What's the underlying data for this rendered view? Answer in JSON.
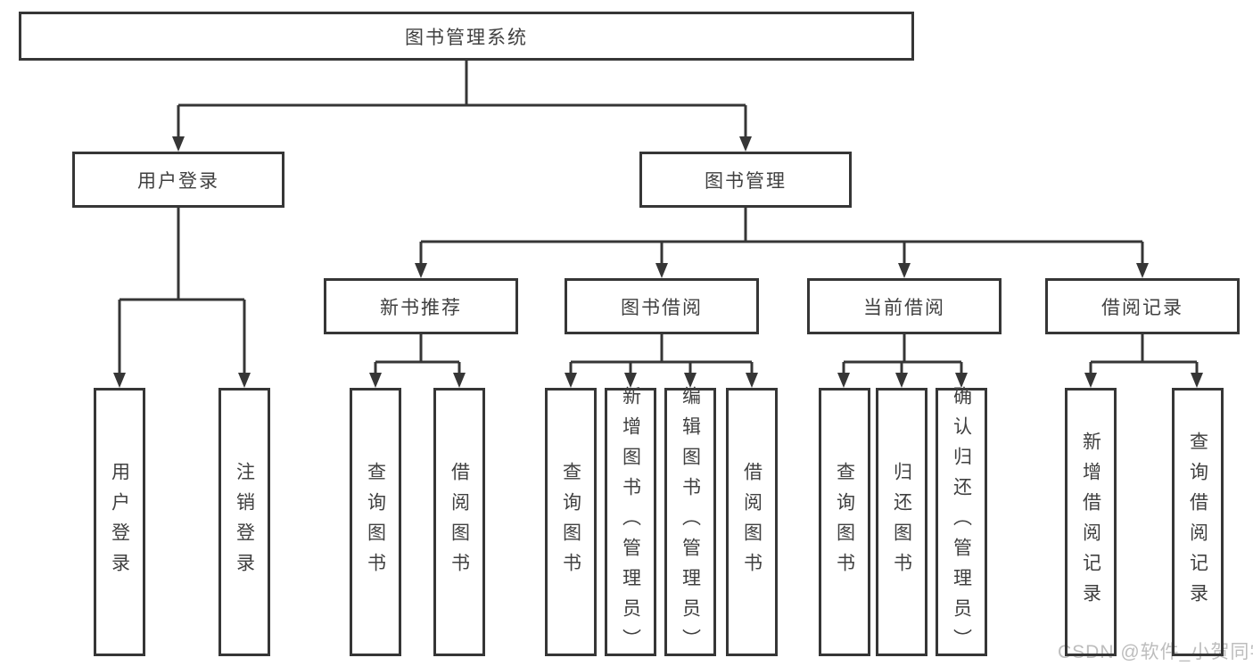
{
  "diagram_title": "图书管理系统",
  "tree": {
    "root": {
      "label": "图书管理系统"
    },
    "level2": [
      {
        "label": "用户登录",
        "children": [
          {
            "label": "用户登录"
          },
          {
            "label": "注销登录"
          }
        ]
      },
      {
        "label": "图书管理",
        "children": [
          {
            "label": "新书推荐",
            "children": [
              {
                "label": "查询图书"
              },
              {
                "label": "借阅图书"
              }
            ]
          },
          {
            "label": "图书借阅",
            "children": [
              {
                "label": "查询图书"
              },
              {
                "label": "新增图书（管理员）"
              },
              {
                "label": "编辑图书（管理员）"
              },
              {
                "label": "借阅图书"
              }
            ]
          },
          {
            "label": "当前借阅",
            "children": [
              {
                "label": "查询图书"
              },
              {
                "label": "归还图书"
              },
              {
                "label": "确认归还（管理员）"
              }
            ]
          },
          {
            "label": "借阅记录",
            "children": [
              {
                "label": "新增借阅记录"
              },
              {
                "label": "查询借阅记录"
              }
            ]
          }
        ]
      }
    ]
  },
  "watermark": "CSDN @软件_小贺同学",
  "colors": {
    "line": "#363636",
    "text": "#404040",
    "watermark": "#bdbdbd",
    "background": "#ffffff"
  }
}
